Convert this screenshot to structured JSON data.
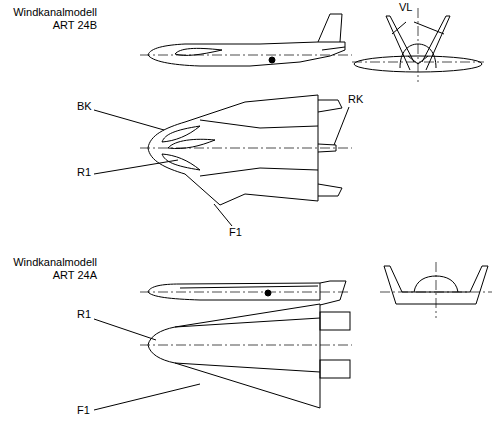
{
  "diagram": {
    "labels": [
      "Windkanalmodell ART 24B",
      "VL",
      "BK",
      "RK",
      "R1",
      "F1",
      "Windkanalmodell ART 24A",
      "R1",
      "F1"
    ]
  }
}
